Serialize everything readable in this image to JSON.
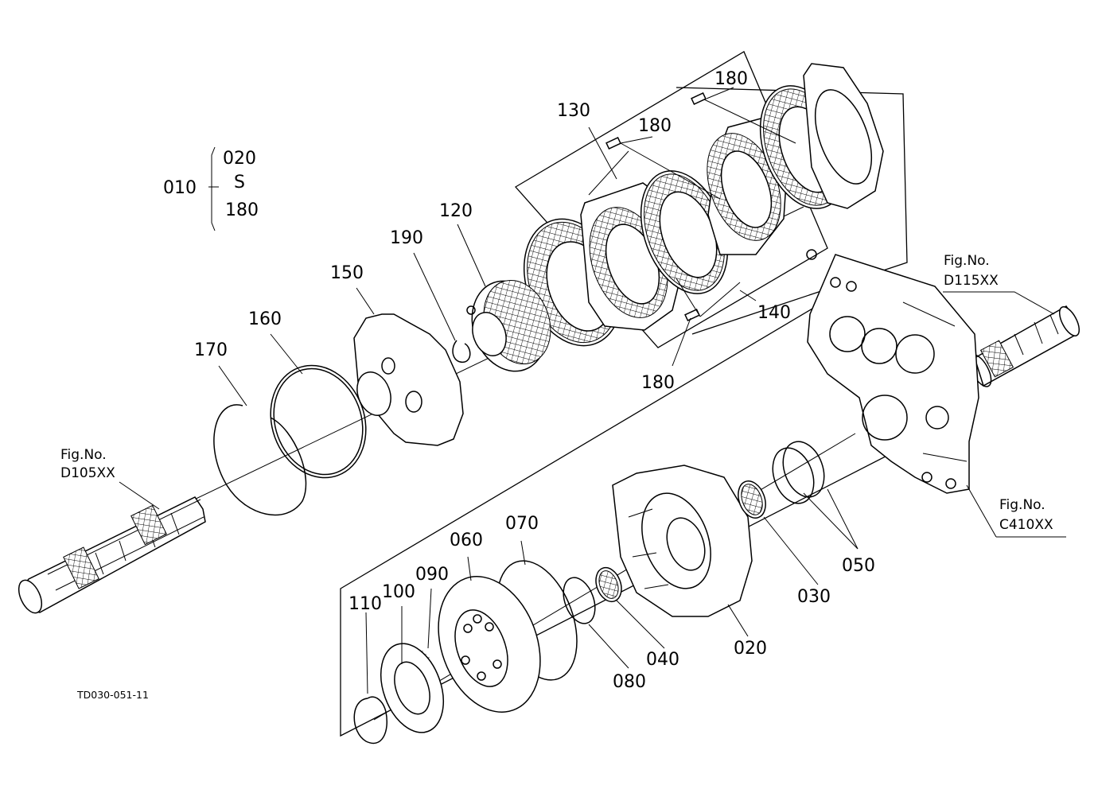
{
  "drawing_code": "TD030-051-11",
  "assembly": {
    "parent": "010",
    "range_start": "020",
    "range_sep": "S",
    "range_end": "180"
  },
  "parts": [
    {
      "id": "p120",
      "number": "120"
    },
    {
      "id": "p130",
      "number": "130"
    },
    {
      "id": "p140",
      "number": "140"
    },
    {
      "id": "p150",
      "number": "150"
    },
    {
      "id": "p160",
      "number": "160"
    },
    {
      "id": "p170",
      "number": "170"
    },
    {
      "id": "p180a",
      "number": "180"
    },
    {
      "id": "p180b",
      "number": "180"
    },
    {
      "id": "p180c",
      "number": "180"
    },
    {
      "id": "p190",
      "number": "190"
    },
    {
      "id": "p020",
      "number": "020"
    },
    {
      "id": "p030",
      "number": "030"
    },
    {
      "id": "p040",
      "number": "040"
    },
    {
      "id": "p050",
      "number": "050"
    },
    {
      "id": "p060",
      "number": "060"
    },
    {
      "id": "p070",
      "number": "070"
    },
    {
      "id": "p080",
      "number": "080"
    },
    {
      "id": "p090",
      "number": "090"
    },
    {
      "id": "p100",
      "number": "100"
    },
    {
      "id": "p110",
      "number": "110"
    }
  ],
  "figure_refs": [
    {
      "id": "d105",
      "line1": "Fig.No.",
      "line2": "D105XX"
    },
    {
      "id": "d115",
      "line1": "Fig.No.",
      "line2": "D115XX"
    },
    {
      "id": "c410",
      "line1": "Fig.No.",
      "line2": "C410XX"
    }
  ]
}
